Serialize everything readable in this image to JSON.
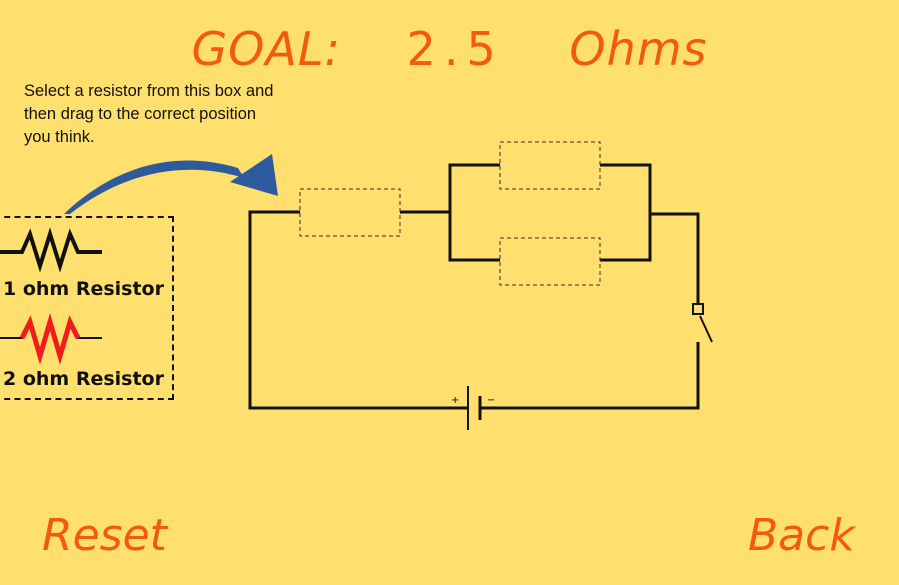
{
  "goal": {
    "label": "GOAL:",
    "value": "2.5",
    "unit": "Ohms"
  },
  "instruction": "Select a resistor from this box and then drag to the correct position you think.",
  "palette": {
    "items": [
      {
        "label": "1 ohm Resistor",
        "icon": "black-resistor-icon",
        "color": "#111111"
      },
      {
        "label": "2 ohm Resistor",
        "icon": "red-resistor-icon",
        "color": "#EE1C1C"
      }
    ]
  },
  "circuit": {
    "battery_plus": "+",
    "battery_minus": "−"
  },
  "buttons": {
    "reset": "Reset",
    "back": "Back"
  },
  "colors": {
    "background": "#FFDF6E",
    "accent": "#F25A0C",
    "arrow": "#2E5A9E"
  }
}
